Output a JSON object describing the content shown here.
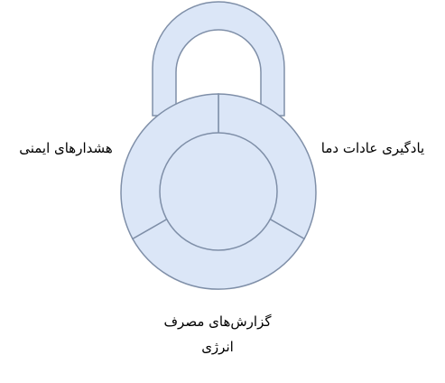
{
  "diagram": {
    "segments": [
      {
        "id": "top-right",
        "label": "یادگیری عادات دما"
      },
      {
        "id": "top-left",
        "label": "هشدارهای ایمنی"
      },
      {
        "id": "bottom",
        "label_lines": [
          "گزارش‌های مصرف",
          "انرژی"
        ]
      }
    ]
  },
  "colors": {
    "fill": "#dbe6f7",
    "stroke": "#7f8fa8",
    "text": "#000000",
    "background": "#ffffff"
  }
}
